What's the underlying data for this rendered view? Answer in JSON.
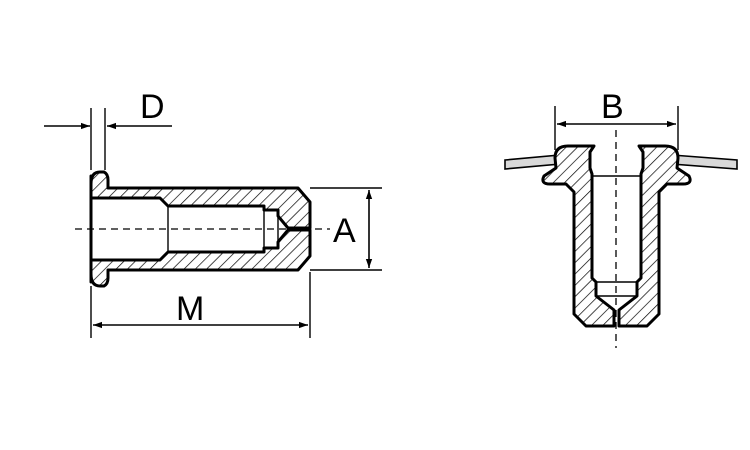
{
  "labels": {
    "d": "D",
    "a": "A",
    "m": "M",
    "b": "B"
  },
  "icons": {
    "arrowhead": "filled-triangle"
  }
}
